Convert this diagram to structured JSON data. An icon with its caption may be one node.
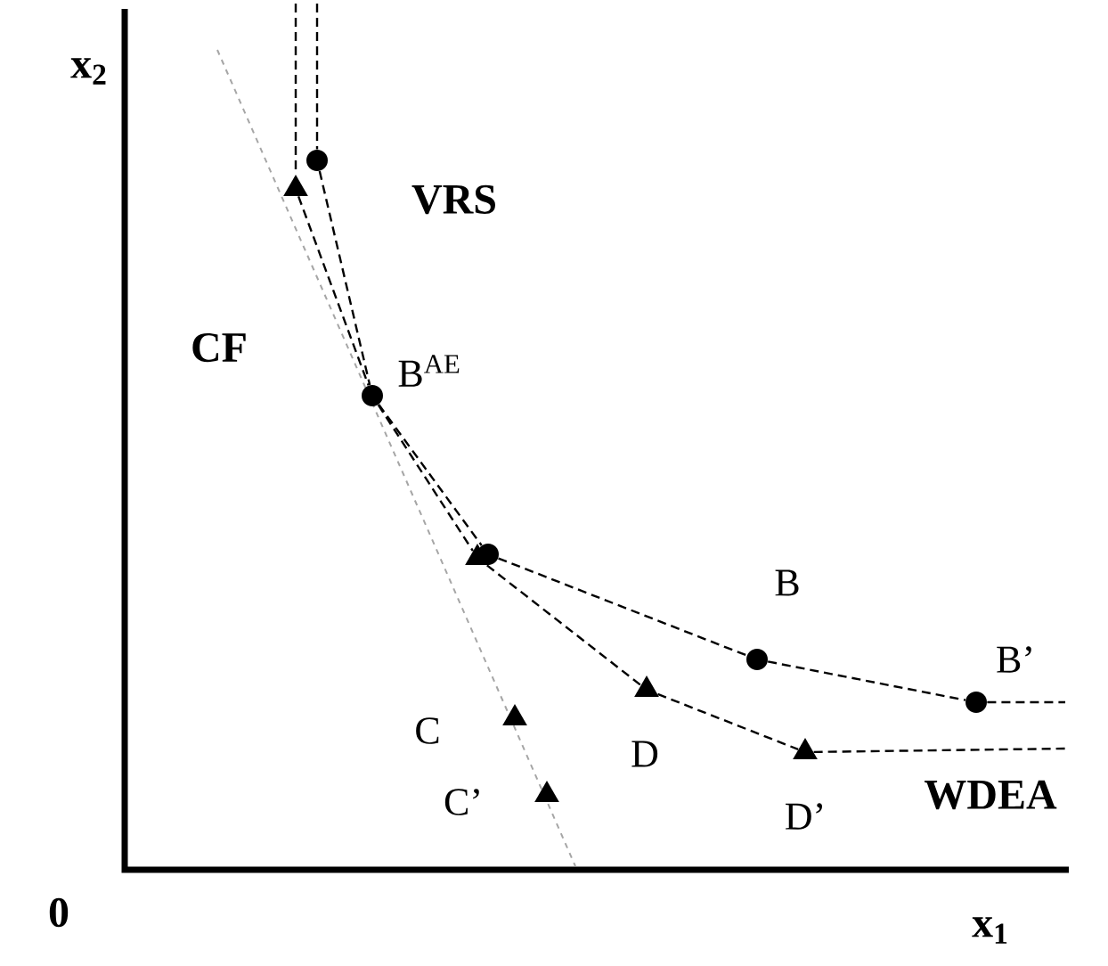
{
  "diagram": {
    "nodes": [
      {
        "text": [],
        "shape": "circle"
      },
      {
        "text": [],
        "shape": "triangle"
      },
      {
        "text": [],
        "shape": "circle",
        "beside": [
          "B$^{AE}$"
        ]
      },
      {
        "text": [],
        "shape": "circle"
      },
      {
        "text": [],
        "shape": "triangle"
      },
      {
        "text": [],
        "shape": "circle",
        "beside": [
          "B"
        ]
      },
      {
        "text": [],
        "shape": "circle",
        "beside": [
          "B’"
        ]
      },
      {
        "text": [],
        "shape": "triangle",
        "beside": [
          "D"
        ]
      },
      {
        "text": [],
        "shape": "triangle",
        "beside": [
          "D’"
        ]
      },
      {
        "text": [],
        "shape": "triangle",
        "beside": [
          "C"
        ]
      },
      {
        "text": [],
        "shape": "triangle",
        "beside": [
          "C’"
        ]
      }
    ],
    "edges": [
      {
        "from": null,
        "to": 0,
        "arrow": "none",
        "style": "dashed"
      },
      {
        "from": 0,
        "to": 2,
        "arrow": "none",
        "style": "dashed"
      },
      {
        "from": 2,
        "to": 3,
        "arrow": "none",
        "style": "dashed"
      },
      {
        "from": 3,
        "to": 5,
        "arrow": "none",
        "style": "dashed"
      },
      {
        "from": 5,
        "to": 6,
        "arrow": "none",
        "style": "dashed"
      },
      {
        "from": 6,
        "to": null,
        "arrow": "none",
        "style": "dashed"
      },
      {
        "from": null,
        "to": 1,
        "arrow": "none",
        "style": "dashed"
      },
      {
        "from": 1,
        "to": 2,
        "arrow": "none",
        "style": "dashed"
      },
      {
        "from": 2,
        "to": 4,
        "arrow": "none",
        "style": "dashed"
      },
      {
        "from": 4,
        "to": 7,
        "arrow": "none",
        "style": "dashed"
      },
      {
        "from": 7,
        "to": 8,
        "arrow": "none",
        "style": "dashed"
      },
      {
        "from": 8,
        "to": null,
        "arrow": "none",
        "style": "dashed"
      }
    ],
    "labels": [
      "x$_{2}$",
      "VRS",
      "CF",
      "WDEA",
      "0",
      "x$_{1}$"
    ]
  }
}
